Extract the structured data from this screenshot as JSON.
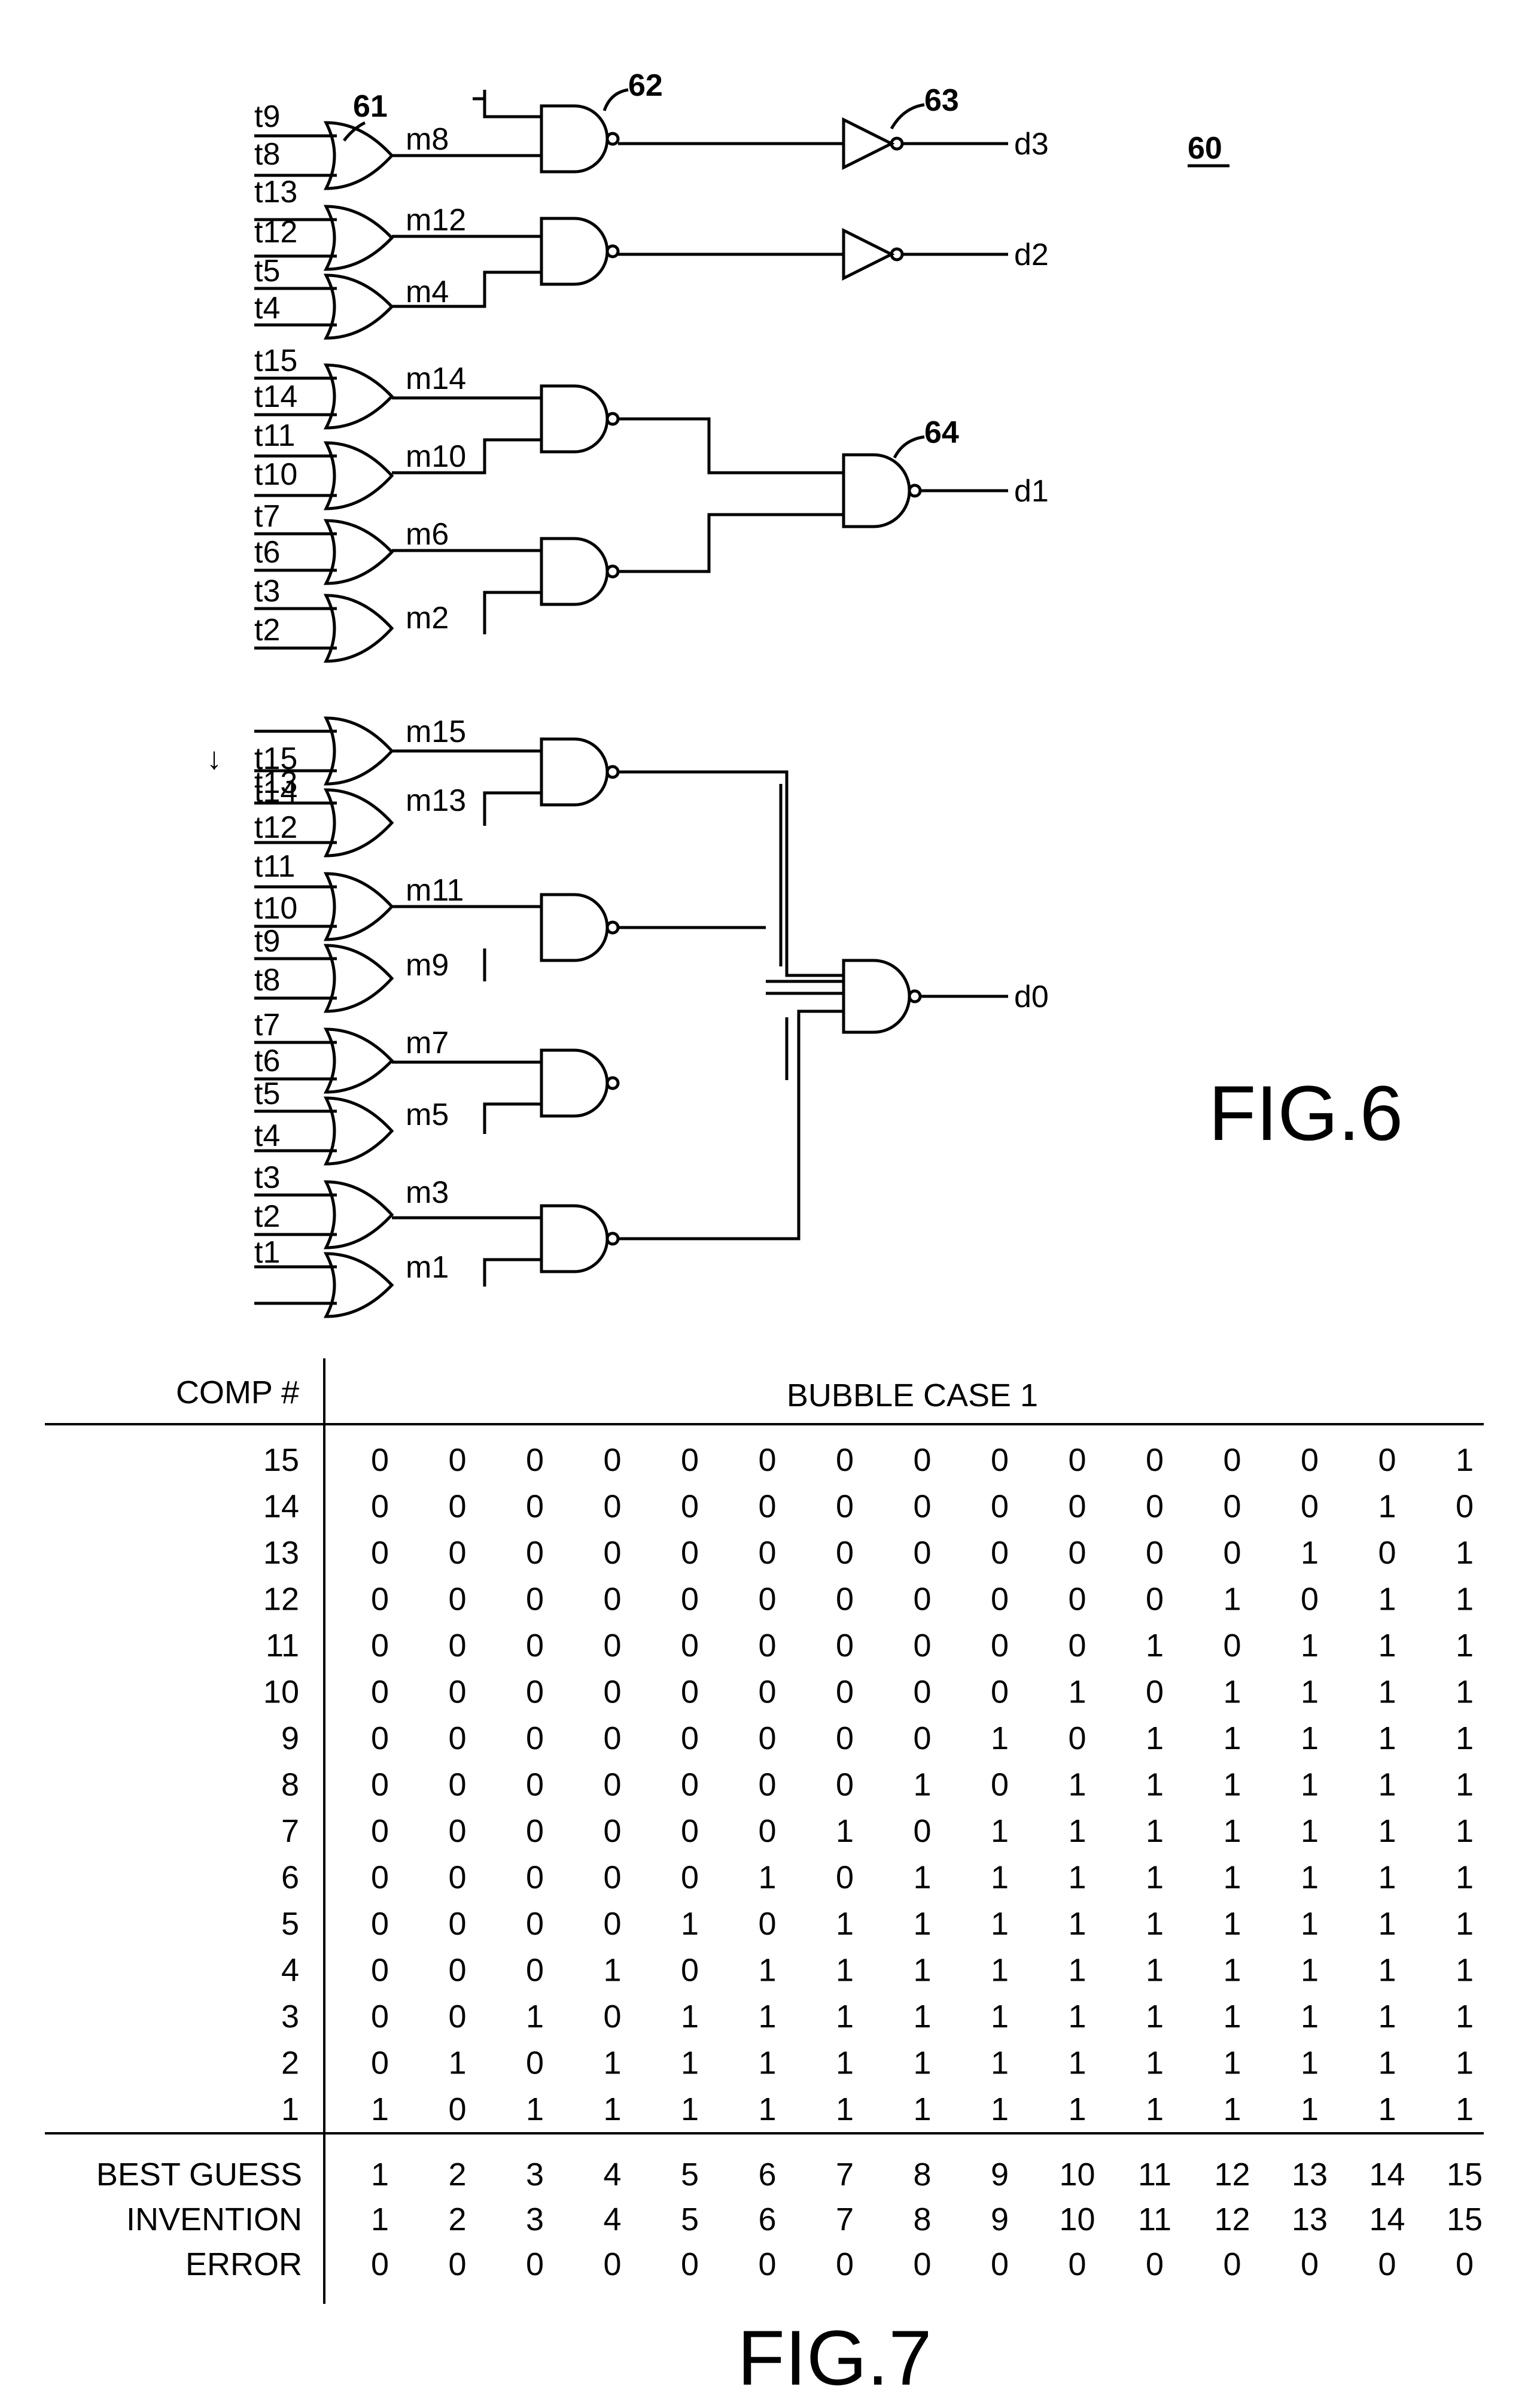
{
  "fig6": {
    "title": "FIG.6",
    "ref_main": "60",
    "ref_or": "61",
    "ref_nand": "62",
    "ref_inv": "63",
    "ref_nand_d1": "64",
    "arrow": "↓",
    "inputs": [
      "t9",
      "t8",
      "t13",
      "t12",
      "t5",
      "t4",
      "t15",
      "t14",
      "t11",
      "t10",
      "t7",
      "t6",
      "t3",
      "t2",
      "t15",
      "t14",
      "t13",
      "t12",
      "t11",
      "t10",
      "t9",
      "t8",
      "t7",
      "t6",
      "t5",
      "t4",
      "t3",
      "t2",
      "t1"
    ],
    "or_labels": [
      "m8",
      "m12",
      "m4",
      "m14",
      "m10",
      "m6",
      "m2",
      "m15",
      "m13",
      "m11",
      "m9",
      "m7",
      "m5",
      "m3",
      "m1"
    ],
    "outputs": [
      "d3",
      "d2",
      "d1",
      "d0"
    ]
  },
  "fig7": {
    "title": "FIG.7",
    "header_comp": "COMP #",
    "header_case": "BUBBLE CASE 1",
    "comp_rows": [
      "15",
      "14",
      "13",
      "12",
      "11",
      "10",
      "9",
      "8",
      "7",
      "6",
      "5",
      "4",
      "3",
      "2",
      "1"
    ],
    "grid": [
      [
        "0",
        "0",
        "0",
        "0",
        "0",
        "0",
        "0",
        "0",
        "0",
        "0",
        "0",
        "0",
        "0",
        "0",
        "1"
      ],
      [
        "0",
        "0",
        "0",
        "0",
        "0",
        "0",
        "0",
        "0",
        "0",
        "0",
        "0",
        "0",
        "0",
        "1",
        "0"
      ],
      [
        "0",
        "0",
        "0",
        "0",
        "0",
        "0",
        "0",
        "0",
        "0",
        "0",
        "0",
        "0",
        "1",
        "0",
        "1"
      ],
      [
        "0",
        "0",
        "0",
        "0",
        "0",
        "0",
        "0",
        "0",
        "0",
        "0",
        "0",
        "1",
        "0",
        "1",
        "1"
      ],
      [
        "0",
        "0",
        "0",
        "0",
        "0",
        "0",
        "0",
        "0",
        "0",
        "0",
        "1",
        "0",
        "1",
        "1",
        "1"
      ],
      [
        "0",
        "0",
        "0",
        "0",
        "0",
        "0",
        "0",
        "0",
        "0",
        "1",
        "0",
        "1",
        "1",
        "1",
        "1"
      ],
      [
        "0",
        "0",
        "0",
        "0",
        "0",
        "0",
        "0",
        "0",
        "1",
        "0",
        "1",
        "1",
        "1",
        "1",
        "1"
      ],
      [
        "0",
        "0",
        "0",
        "0",
        "0",
        "0",
        "0",
        "1",
        "0",
        "1",
        "1",
        "1",
        "1",
        "1",
        "1"
      ],
      [
        "0",
        "0",
        "0",
        "0",
        "0",
        "0",
        "1",
        "0",
        "1",
        "1",
        "1",
        "1",
        "1",
        "1",
        "1"
      ],
      [
        "0",
        "0",
        "0",
        "0",
        "0",
        "1",
        "0",
        "1",
        "1",
        "1",
        "1",
        "1",
        "1",
        "1",
        "1"
      ],
      [
        "0",
        "0",
        "0",
        "0",
        "1",
        "0",
        "1",
        "1",
        "1",
        "1",
        "1",
        "1",
        "1",
        "1",
        "1"
      ],
      [
        "0",
        "0",
        "0",
        "1",
        "0",
        "1",
        "1",
        "1",
        "1",
        "1",
        "1",
        "1",
        "1",
        "1",
        "1"
      ],
      [
        "0",
        "0",
        "1",
        "0",
        "1",
        "1",
        "1",
        "1",
        "1",
        "1",
        "1",
        "1",
        "1",
        "1",
        "1"
      ],
      [
        "0",
        "1",
        "0",
        "1",
        "1",
        "1",
        "1",
        "1",
        "1",
        "1",
        "1",
        "1",
        "1",
        "1",
        "1"
      ],
      [
        "1",
        "0",
        "1",
        "1",
        "1",
        "1",
        "1",
        "1",
        "1",
        "1",
        "1",
        "1",
        "1",
        "1",
        "1"
      ]
    ],
    "footer_labels": [
      "BEST GUESS",
      "INVENTION",
      "ERROR"
    ],
    "best_guess": [
      "1",
      "2",
      "3",
      "4",
      "5",
      "6",
      "7",
      "8",
      "9",
      "10",
      "11",
      "12",
      "13",
      "14",
      "15"
    ],
    "invention": [
      "1",
      "2",
      "3",
      "4",
      "5",
      "6",
      "7",
      "8",
      "9",
      "10",
      "11",
      "12",
      "13",
      "14",
      "15"
    ],
    "error": [
      "0",
      "0",
      "0",
      "0",
      "0",
      "0",
      "0",
      "0",
      "0",
      "0",
      "0",
      "0",
      "0",
      "0",
      "0"
    ]
  }
}
